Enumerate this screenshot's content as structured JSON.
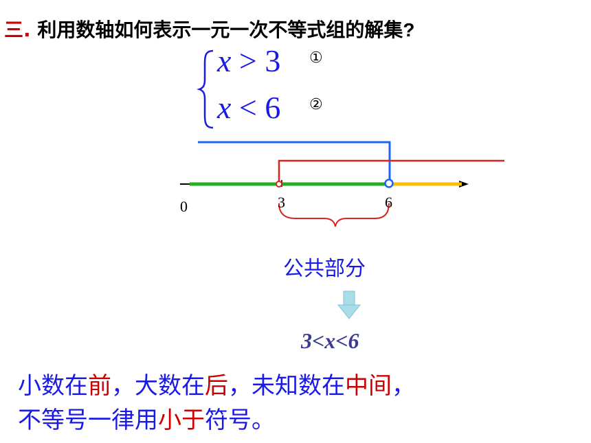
{
  "title": {
    "number": "三.",
    "text": "利用数轴如何表示一元一次不等式组的解集",
    "question_mark": "?"
  },
  "system": {
    "ineq1": {
      "var": "x",
      "rel": ">",
      "val": "3",
      "mark": "①"
    },
    "ineq2": {
      "var": "x",
      "rel": "<",
      "val": "6",
      "mark": "②"
    }
  },
  "number_line": {
    "tick_labels": [
      "0",
      "3",
      "6"
    ],
    "colors": {
      "blue": "#1a66f0",
      "red": "#dd2222",
      "green": "#22b022",
      "yellow": "#f5c000",
      "axis": "#000000"
    }
  },
  "common_part_label": "公共部分",
  "solution": "3<x<6",
  "rule": {
    "line1": [
      {
        "text": "小数在",
        "hl": false
      },
      {
        "text": "前",
        "hl": true
      },
      {
        "text": "，大数在",
        "hl": false
      },
      {
        "text": "后",
        "hl": true
      },
      {
        "text": "，未知数在",
        "hl": false
      },
      {
        "text": "中间",
        "hl": true
      },
      {
        "text": "，",
        "hl": false
      }
    ],
    "line2": [
      {
        "text": "不等号一律用",
        "hl": false
      },
      {
        "text": "小于",
        "hl": true
      },
      {
        "text": "符号。",
        "hl": false
      }
    ]
  }
}
